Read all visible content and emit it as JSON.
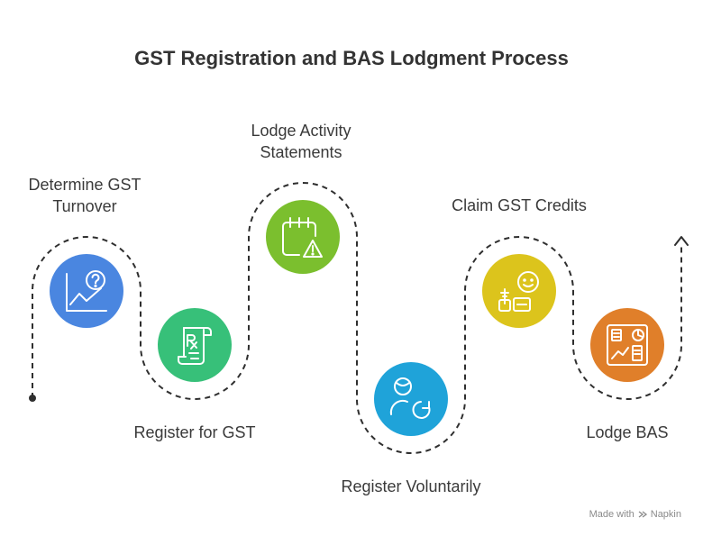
{
  "title": "GST Registration and BAS Lodgment Process",
  "steps": [
    {
      "label_line1": "Determine GST",
      "label_line2": "Turnover",
      "icon": "chart-question-icon",
      "color": "#4a86e0"
    },
    {
      "label_line1": "Register for GST",
      "label_line2": "",
      "icon": "prescription-scroll-icon",
      "color": "#37c079"
    },
    {
      "label_line1": "Lodge Activity",
      "label_line2": "Statements",
      "icon": "calendar-warning-icon",
      "color": "#7bbf2e"
    },
    {
      "label_line1": "Register Voluntarily",
      "label_line2": "",
      "icon": "user-refresh-icon",
      "color": "#1fa3d9"
    },
    {
      "label_line1": "Claim GST Credits",
      "label_line2": "",
      "icon": "smile-coins-icon",
      "color": "#dcc41c"
    },
    {
      "label_line1": "Lodge BAS",
      "label_line2": "",
      "icon": "dashboard-report-icon",
      "color": "#e07f2a"
    }
  ],
  "footer": {
    "made_with": "Made with",
    "brand": "Napkin"
  }
}
